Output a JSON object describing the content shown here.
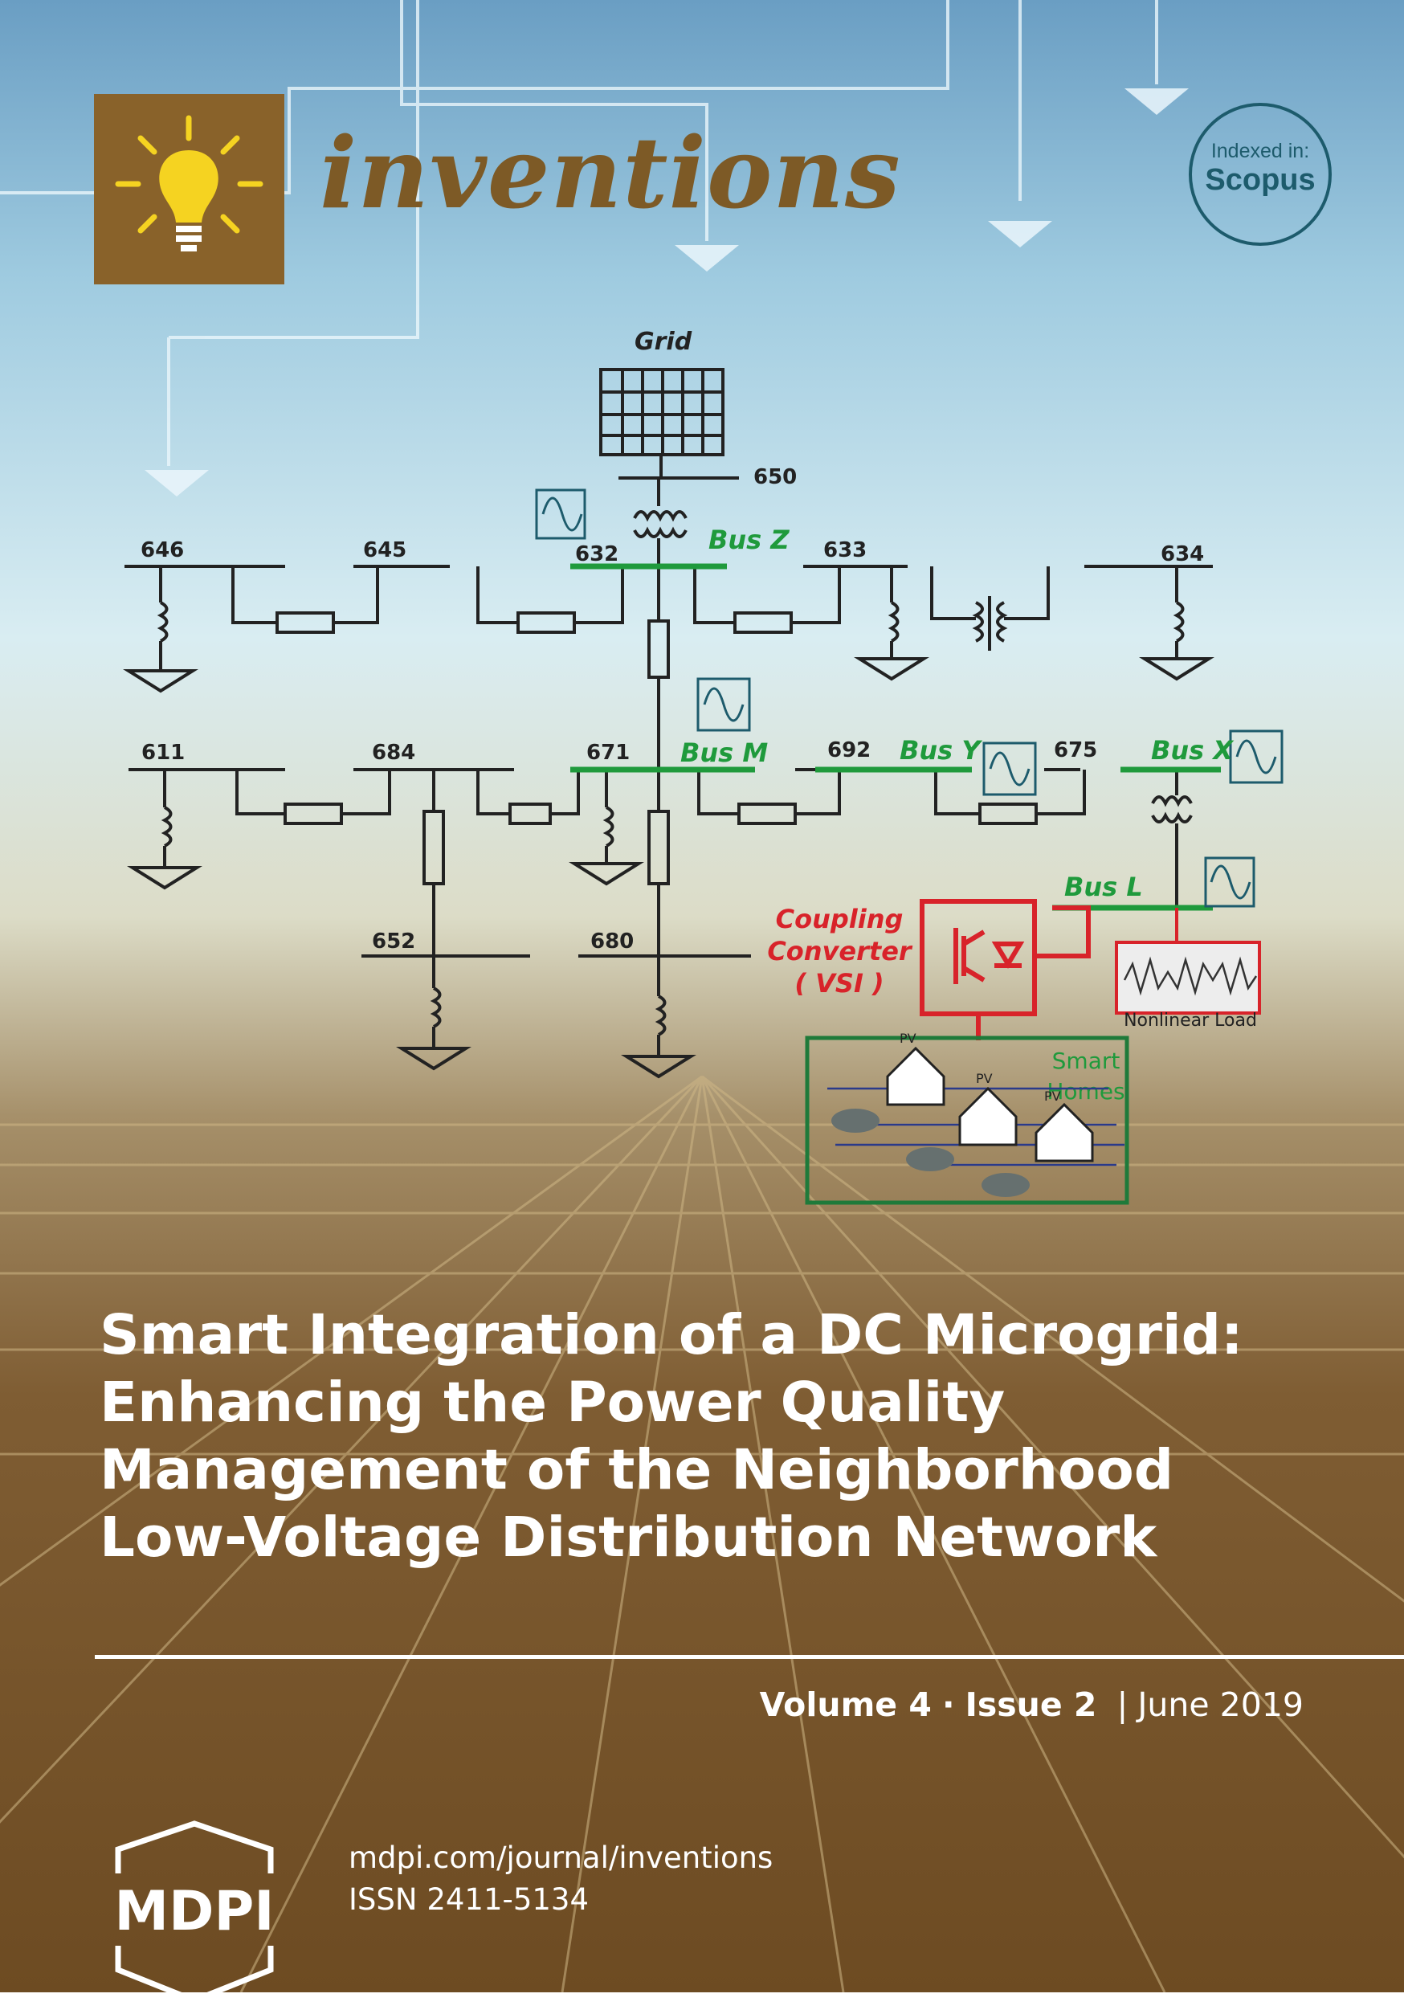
{
  "journal": {
    "name": "inventions",
    "logo_icon": "lightbulb-icon"
  },
  "badge": {
    "line1": "Indexed in:",
    "line2": "Scopus"
  },
  "diagram": {
    "grid_label": "Grid",
    "nodes": [
      "650",
      "646",
      "645",
      "632",
      "633",
      "634",
      "611",
      "684",
      "671",
      "692",
      "675",
      "652",
      "680"
    ],
    "buses": [
      "Bus Z",
      "Bus M",
      "Bus Y",
      "Bus X",
      "Bus L"
    ],
    "coupling": [
      "Coupling",
      "Converter",
      "( VSI )"
    ],
    "nonlinear_load": "Nonlinear Load",
    "smart_homes": [
      "Smart",
      "Homes"
    ],
    "pv": "PV",
    "colors": {
      "bus_green": "#1f9a3c",
      "converter_red": "#d8232a",
      "line": "#222222"
    }
  },
  "title_lines": [
    "Smart Integration of a DC Microgrid:",
    "Enhancing the Power Quality",
    "Management of the Neighborhood",
    "Low-Voltage Distribution Network"
  ],
  "issue": {
    "volume": "Volume 4",
    "dot": "·",
    "issue": "Issue 2",
    "sep": "|",
    "date": "June 2019"
  },
  "publisher": {
    "name": "MDPI",
    "url": "mdpi.com/journal/inventions",
    "issn": "ISSN 2411-5134"
  }
}
